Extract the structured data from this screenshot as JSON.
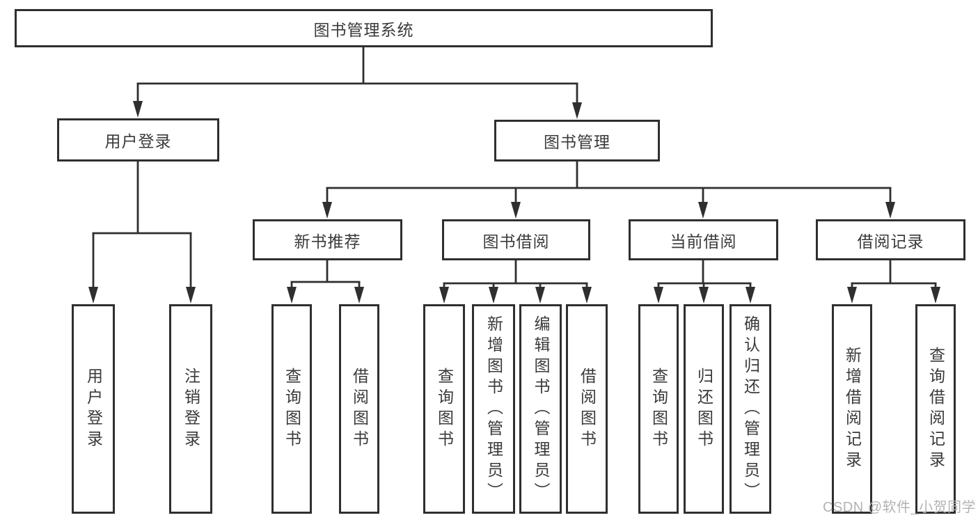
{
  "diagram": {
    "root": {
      "label": "图书管理系统",
      "children": [
        {
          "label": "用户登录",
          "children": [
            {
              "label": "用户登录"
            },
            {
              "label": "注销登录"
            }
          ]
        },
        {
          "label": "图书管理",
          "children": [
            {
              "label": "新书推荐",
              "children": [
                {
                  "label": "查询图书"
                },
                {
                  "label": "借阅图书"
                }
              ]
            },
            {
              "label": "图书借阅",
              "children": [
                {
                  "label": "查询图书"
                },
                {
                  "label": "新增图书（管理员）"
                },
                {
                  "label": "编辑图书（管理员）"
                },
                {
                  "label": "借阅图书"
                }
              ]
            },
            {
              "label": "当前借阅",
              "children": [
                {
                  "label": "查询图书"
                },
                {
                  "label": "归还图书"
                },
                {
                  "label": "确认归还（管理员）"
                }
              ]
            },
            {
              "label": "借阅记录",
              "children": [
                {
                  "label": "新增借阅记录"
                },
                {
                  "label": "查询借阅记录"
                }
              ]
            }
          ]
        }
      ]
    }
  },
  "watermark": {
    "text": "CSDN @软件_小贺同学"
  },
  "colors": {
    "line": "#2f2f2f",
    "text": "#3a3a3a",
    "watermark_text": "#b3b3b3",
    "background": "#ffffff"
  }
}
